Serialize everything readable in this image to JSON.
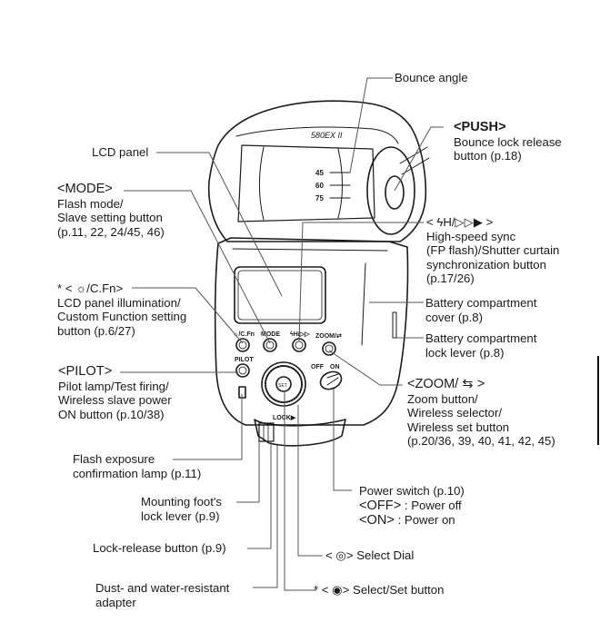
{
  "diagram": {
    "title_hidden": "",
    "device": {
      "model_text": "580EX II",
      "bounce_marks": [
        "45",
        "60",
        "75"
      ],
      "button_marks": {
        "light_cfn": "☼/C.Fn",
        "mode": "MODE",
        "hs": "ϟH/▷▷",
        "zoom": "ZOOM/⇄",
        "pilot": "PILOT",
        "off": "OFF",
        "on": "ON",
        "lock": "LOCK▶",
        "set": "SET"
      }
    },
    "labels": {
      "bounce_angle": {
        "lines": [
          "Bounce angle"
        ]
      },
      "push": {
        "key": "<PUSH>",
        "lines": [
          "Bounce lock release",
          "button (p.18)"
        ]
      },
      "lcd_panel": {
        "lines": [
          "LCD panel"
        ]
      },
      "mode": {
        "key": "<MODE>",
        "lines": [
          "Flash mode/",
          "Slave setting button",
          "(p.11, 22, 24/45, 46)"
        ]
      },
      "hs_sync": {
        "key": "< ϟH/▷▷▶ >",
        "lines": [
          "High-speed sync",
          "(FP flash)/Shutter curtain",
          "synchronization button",
          "(p.17/26)"
        ]
      },
      "light_cfn": {
        "key": "* < ☼/C.Fn>",
        "lines": [
          "LCD panel illumination/",
          "Custom Function setting",
          "button (p.6/27)"
        ]
      },
      "battery_cover": {
        "lines": [
          "Battery compartment",
          "cover (p.8)"
        ]
      },
      "battery_lock": {
        "lines": [
          "Battery compartment",
          "lock lever (p.8)"
        ]
      },
      "pilot": {
        "key": "<PILOT>",
        "lines": [
          "Pilot lamp/Test firing/",
          "Wireless slave power",
          "ON button (p.10/38)"
        ]
      },
      "zoom": {
        "key": "<ZOOM/ ⇆ >",
        "lines": [
          "Zoom button/",
          "Wireless selector/",
          "Wireless set button",
          "(p.20/36, 39, 40, 41, 42, 45)"
        ]
      },
      "fec_lamp": {
        "lines": [
          "Flash exposure",
          "confirmation lamp (p.11)"
        ]
      },
      "foot_lever": {
        "lines": [
          "Mounting foot's",
          "lock lever (p.9)"
        ]
      },
      "power": {
        "lines": [
          "Power switch (p.10)"
        ],
        "off_key": "<OFF>",
        "off_text": " : Power off",
        "on_key": "<ON>",
        "on_text": " : Power on"
      },
      "select_dial": {
        "key": "< ◎>",
        "text": " Select Dial"
      },
      "lock_release": {
        "lines": [
          "Lock-release button (p.9)"
        ]
      },
      "select_set": {
        "key": "* < ◉>",
        "text": " Select/Set button"
      },
      "dust": {
        "lines": [
          "Dust- and water-resistant",
          "adapter"
        ]
      }
    },
    "colors": {
      "line": "#1a1a1a",
      "leader": "#555555"
    }
  }
}
